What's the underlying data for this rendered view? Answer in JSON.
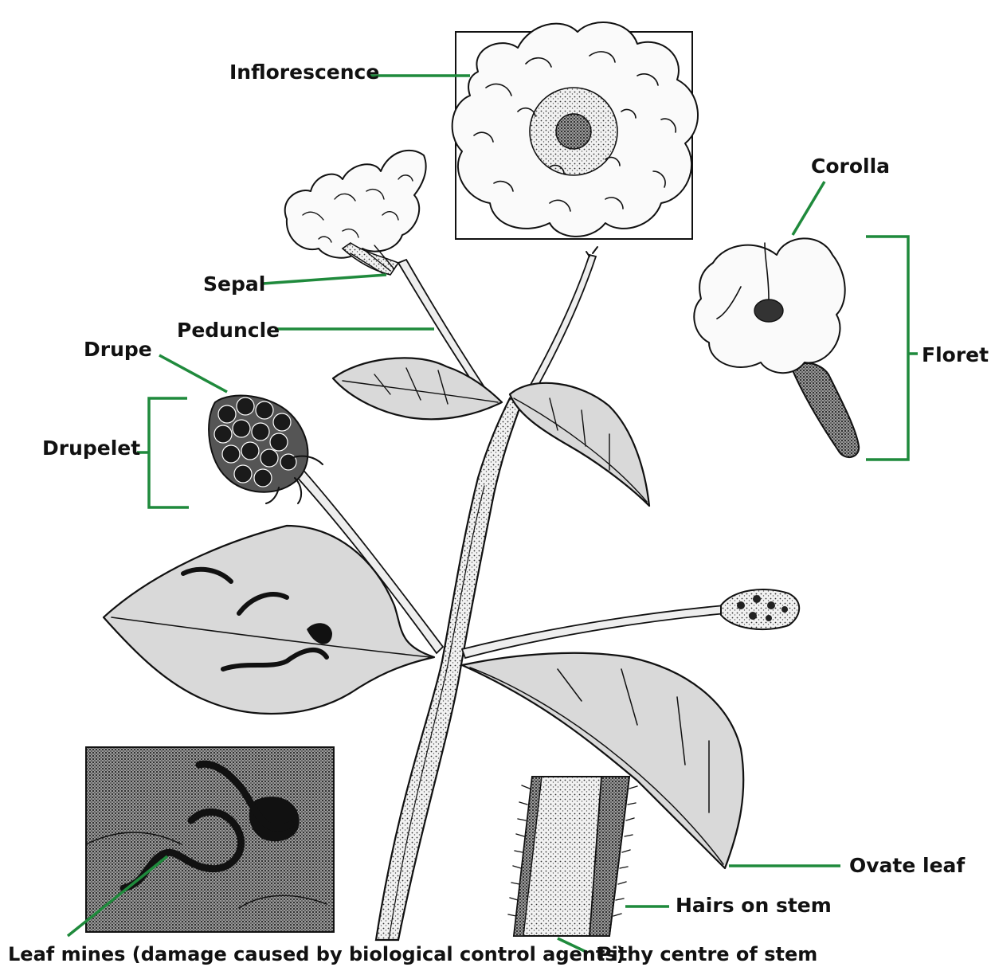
{
  "labels": {
    "inflorescence": "Inflorescence",
    "corolla": "Corolla",
    "sepal": "Sepal",
    "peduncle": "Peduncle",
    "drupe": "Drupe",
    "drupelet": "Drupelet",
    "floret": "Floret",
    "ovate_leaf": "Ovate leaf",
    "hairs_on_stem": "Hairs on stem",
    "leaf_mines": "Leaf mines (damage caused by biological control agents)",
    "pithy_centre": "Pithy centre of stem"
  },
  "colors": {
    "leader_line": "#1f8a3c",
    "ink": "#111111",
    "background": "#ffffff"
  }
}
